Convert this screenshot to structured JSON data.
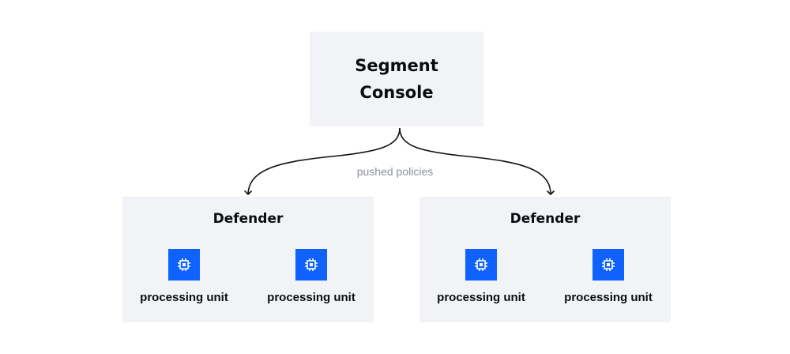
{
  "console": {
    "title": "Segment Console"
  },
  "edge": {
    "label": "pushed policies"
  },
  "defenders": [
    {
      "title": "Defender",
      "units": [
        {
          "label": "processing unit",
          "icon": "cpu-chip-icon"
        },
        {
          "label": "processing unit",
          "icon": "cpu-chip-icon"
        }
      ]
    },
    {
      "title": "Defender",
      "units": [
        {
          "label": "processing unit",
          "icon": "cpu-chip-icon"
        },
        {
          "label": "processing unit",
          "icon": "cpu-chip-icon"
        }
      ]
    }
  ],
  "colors": {
    "box_bg": "#f2f3f7",
    "chip": "#0f62fe",
    "text": "#0b0b14",
    "edge_label": "#8a8f98",
    "arrow": "#111111"
  }
}
